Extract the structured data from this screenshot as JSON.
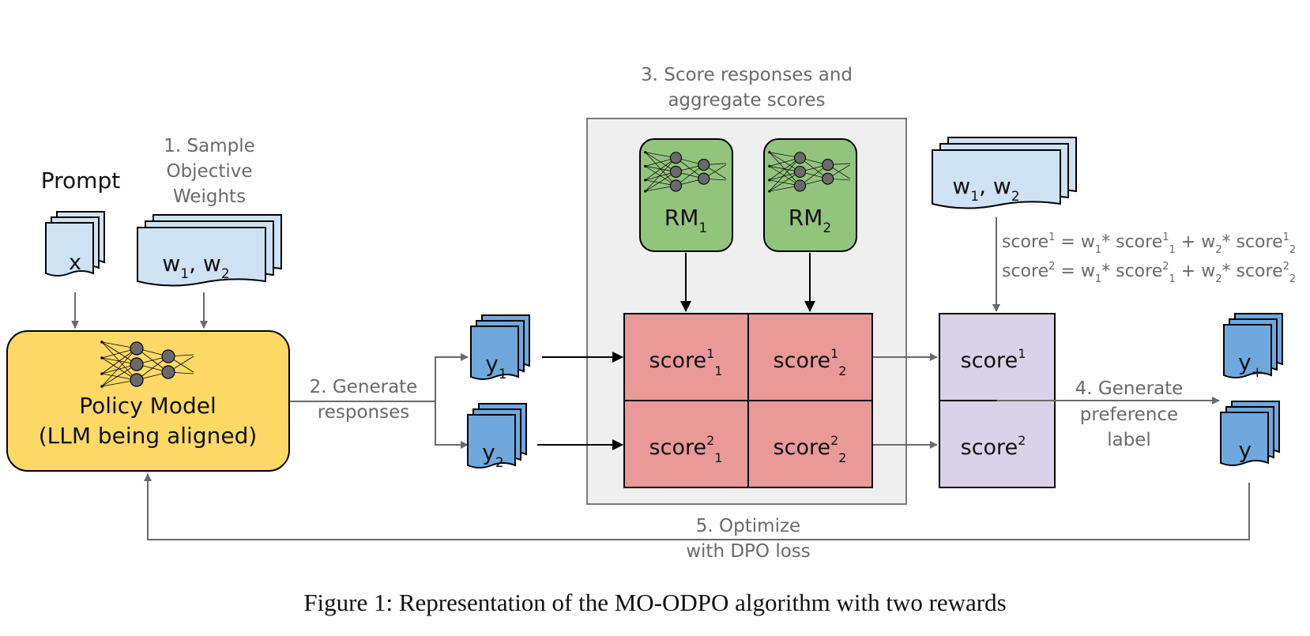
{
  "colors": {
    "policy_fill": "#FED966",
    "doc_blue_light": "#CFE2F3",
    "doc_blue": "#6FA8DC",
    "rm_green": "#93C47D",
    "score_red": "#EA9999",
    "agg_purple": "#D9D2E9",
    "panel_gray": "#EFEFEF",
    "arrow_gray": "#6A6A6A"
  },
  "prompt": {
    "label": "Prompt",
    "var": "x"
  },
  "step1": {
    "line1": "1. Sample",
    "line2": "Objective",
    "line3": "Weights"
  },
  "weights": {
    "w1": "w",
    "s1": "1",
    "sep": ", ",
    "w2": "w",
    "s2": "2"
  },
  "policy": {
    "line1": "Policy Model",
    "line2": "(LLM being aligned)",
    "icon": "neural-network-icon"
  },
  "step2": {
    "line1": "2. Generate",
    "line2": "responses"
  },
  "responses": [
    {
      "var": "y",
      "sub": "1"
    },
    {
      "var": "y",
      "sub": "2"
    }
  ],
  "step3": {
    "line1": "3. Score responses and",
    "line2": "aggregate scores"
  },
  "reward_models": [
    {
      "name": "RM",
      "sub": "1"
    },
    {
      "name": "RM",
      "sub": "2"
    }
  ],
  "score_word": "score",
  "score_grid": [
    [
      {
        "sup": "1",
        "sub": "1"
      },
      {
        "sup": "1",
        "sub": "2"
      }
    ],
    [
      {
        "sup": "2",
        "sub": "1"
      },
      {
        "sup": "2",
        "sub": "2"
      }
    ]
  ],
  "aggregates": [
    {
      "sup": "1"
    },
    {
      "sup": "2"
    }
  ],
  "formulas": [
    {
      "lhs_sup": "1",
      "eq": " = ",
      "w1": "w",
      "w1_sub": "1",
      "times1": "* ",
      "s1_sup": "1",
      "s1_sub": "1",
      "plus": " + ",
      "w2": "w",
      "w2_sub": "2",
      "times2": "* ",
      "s2_sup": "1",
      "s2_sub": "2"
    },
    {
      "lhs_sup": "2",
      "eq": " = ",
      "w1": "w",
      "w1_sub": "1",
      "times1": "* ",
      "s1_sup": "2",
      "s1_sub": "1",
      "plus": " + ",
      "w2": "w",
      "w2_sub": "2",
      "times2": "* ",
      "s2_sup": "2",
      "s2_sub": "2"
    }
  ],
  "step4": {
    "line1": "4. Generate",
    "line2": "preference",
    "line3": "label"
  },
  "preference": [
    {
      "var": "y",
      "sub": "+"
    },
    {
      "var": "y",
      "sub": "-"
    }
  ],
  "step5": {
    "line1": "5. Optimize",
    "line2": "with DPO loss"
  },
  "caption": "Figure 1: Representation of the MO-ODPO algorithm with two rewards"
}
